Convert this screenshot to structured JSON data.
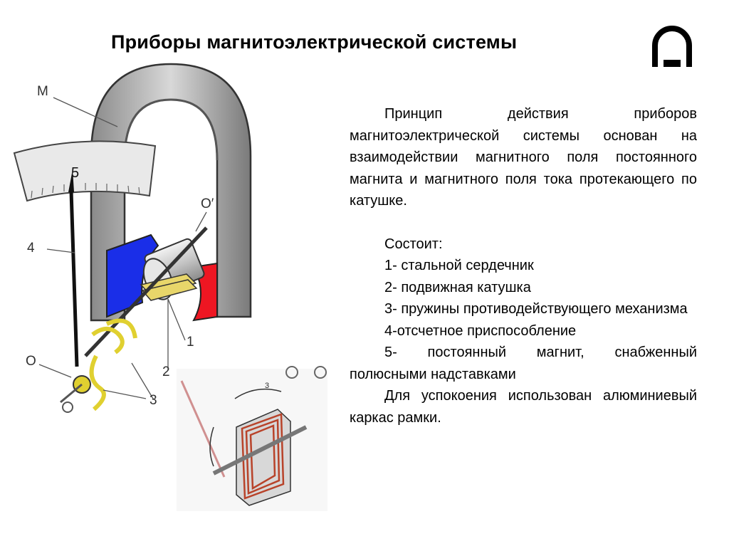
{
  "title": "Приборы магнитоэлектрической системы",
  "icons": {
    "symbol": "magnetoelectric-symbol-icon"
  },
  "description": "Принцип действия приборов магнитоэлектрической системы основан на взаимодействии магнитного поля постоянного магнита и магнитного поля тока протекающего по катушке.",
  "consists_heading": "Состоит:",
  "parts": [
    "1- стальной  сердечник",
    "2- подвижная катушка",
    "3- пружины противодействующего механизма",
    "4-отсчетное приспособление",
    "5- постоянный магнит, снабженный полюсными надставками",
    "Для успокоения использован алюминиевый каркас рамки."
  ],
  "figure_labels": {
    "magnet": "М",
    "axis_o_prime": "О′",
    "axis_o": "О",
    "scale_mark": "5",
    "l4": "4",
    "l1": "1",
    "l2": "2",
    "l3": "3",
    "small3": "3"
  },
  "colors": {
    "magnet_gray": "#9a9a9a",
    "pole_blue": "#1a2ee8",
    "pole_red": "#ee1622",
    "coil_yellow": "#e8d66a",
    "coil_copper": "#b8432a",
    "spring_yellow": "#e0d030"
  }
}
